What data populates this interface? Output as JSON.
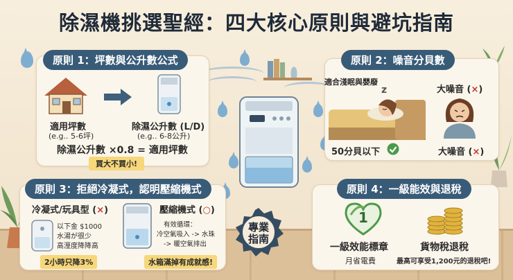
{
  "title": "除濕機挑選聖經：四大核心原則與避坑指南",
  "p1": {
    "pill": "原則 1：坪數與公升數公式",
    "area_label": "適用坪數",
    "area_eg": "(e.g.. 5-6坪)",
    "capacity_label": "除濕公升數 (L/D)",
    "capacity_eg": "(e.g.. 6-8公升)",
    "formula": "除濕公升數 ×0.8 = 適用坪數",
    "badge": "買大不買小!"
  },
  "p2": {
    "pill": "原則 2：噪音分貝數",
    "sleep_label": "適合淺眠與嬰廢",
    "zzz": "z",
    "db_label": "50分貝以下",
    "loud_label_top": "大噪音 (×)",
    "loud_label_bottom": "大噪音 (×)"
  },
  "p3": {
    "pill": "原則 3：拒絕冷凝式，認明壓縮機式",
    "cond_title": "冷凝式/玩具型 (×)",
    "cond_lines": [
      "以下金 $1000",
      "水湯が很少",
      "高溼度降降高"
    ],
    "cond_badge": "2小時只降3%",
    "comp_title": "壓縮機式 (○)",
    "comp_lines": [
      "有效循環：",
      "冷空氣吸入 -> 水珠",
      "-> 暖空氣排出"
    ],
    "comp_badge": "水箱滿掉有成就感!"
  },
  "p4": {
    "pill": "原則 4：一級能效與退稅",
    "energy_title": "一級效能標章",
    "energy_sub": "月省電費",
    "energy_num": "1",
    "tax_title": "貨物稅退稅",
    "tax_sub": "最高可享受1,200元的退稅吧!"
  },
  "seal": "專業\n指南",
  "colors": {
    "pill": "#385b78",
    "accent_red": "#c0392b",
    "badge_yellow": "#f6d77a",
    "green": "#4c9a4a"
  }
}
